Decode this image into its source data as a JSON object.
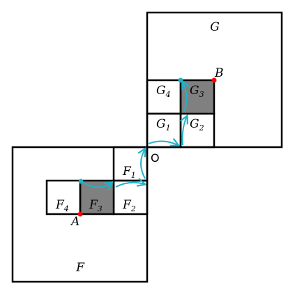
{
  "labels": {
    "G": "G",
    "F": "F",
    "O": "O",
    "A": "A",
    "B": "B",
    "G1": {
      "main": "G",
      "sub": "1"
    },
    "G2": {
      "main": "G",
      "sub": "2"
    },
    "G3": {
      "main": "G",
      "sub": "3"
    },
    "G4": {
      "main": "G",
      "sub": "4"
    },
    "F1": {
      "main": "F",
      "sub": "1"
    },
    "F2": {
      "main": "F",
      "sub": "2"
    },
    "F3": {
      "main": "F",
      "sub": "3"
    },
    "F4": {
      "main": "F",
      "sub": "4"
    }
  },
  "colors": {
    "stroke": "#000000",
    "shaded": "#808080",
    "arrow": "#1eb4c8",
    "arrow_dot": "#1eb4c8",
    "point": "#ff0000"
  }
}
